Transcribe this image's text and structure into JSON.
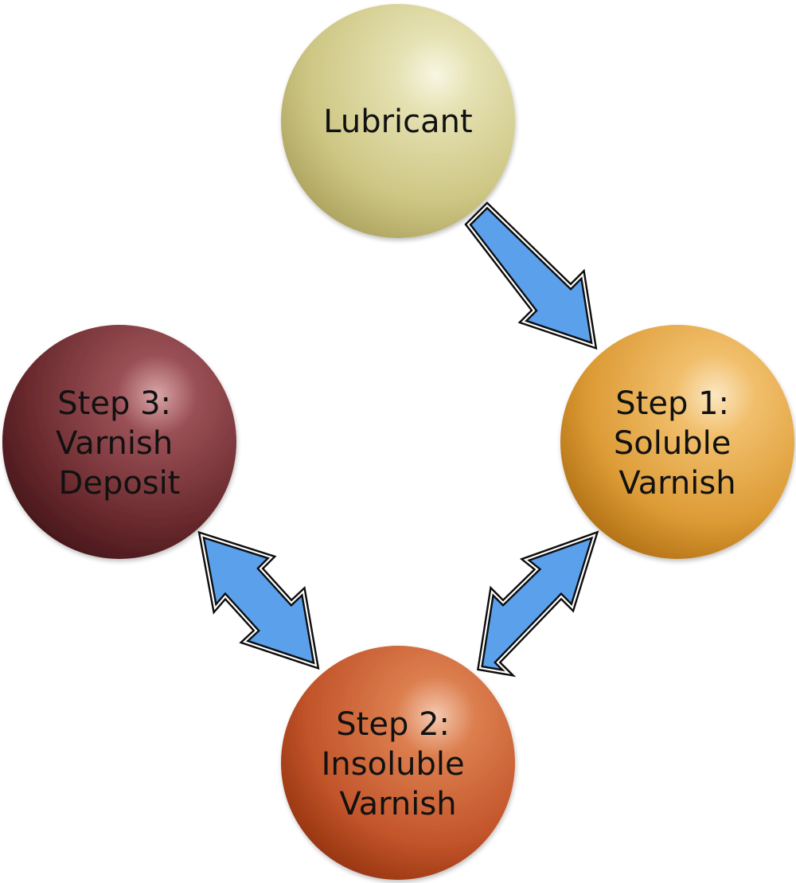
{
  "nodes": [
    {
      "id": "lubricant",
      "lines": [
        "Lubricant"
      ],
      "color": "#d9d49a"
    },
    {
      "id": "step1",
      "lines": [
        "Step 1:",
        "Soluble",
        "Varnish"
      ],
      "color": "#e0a03a"
    },
    {
      "id": "step2",
      "lines": [
        "Step 2:",
        "Insoluble",
        "Varnish"
      ],
      "color": "#c85e2e"
    },
    {
      "id": "step3",
      "lines": [
        "Step 3:",
        "Varnish",
        "Deposit"
      ],
      "color": "#6e2c2e"
    }
  ],
  "arrows": [
    {
      "id": "lubricant-to-step1",
      "from": "lubricant",
      "to": "step1",
      "type": "single"
    },
    {
      "id": "step1-step2",
      "from": "step1",
      "to": "step2",
      "type": "double"
    },
    {
      "id": "step2-step3",
      "from": "step2",
      "to": "step3",
      "type": "double"
    }
  ],
  "colors": {
    "arrow_fill": "#5aa0ea",
    "arrow_outline": "#0d0d0d",
    "background": "#ffffff"
  }
}
